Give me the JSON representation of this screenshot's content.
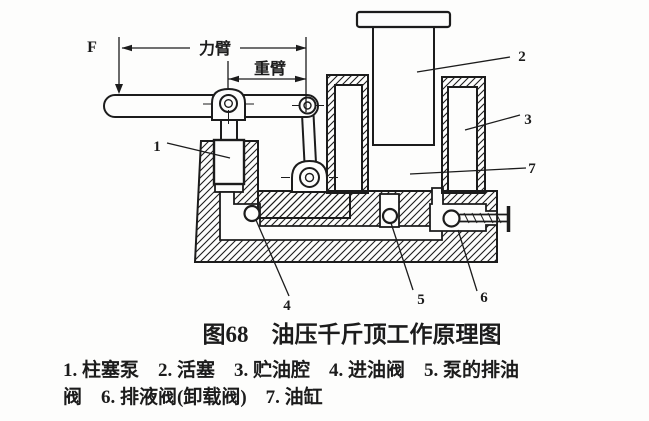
{
  "colors": {
    "ink": "#1c1c1c",
    "paper": "#fdfdfc"
  },
  "dimensions": {
    "force": "F",
    "effort_arm": "力臂",
    "load_arm": "重臂"
  },
  "part_labels": {
    "n1": "1",
    "n2": "2",
    "n3": "3",
    "n4": "4",
    "n5": "5",
    "n6": "6",
    "n7": "7"
  },
  "caption": "图68　油压千斤顶工作原理图",
  "legend": {
    "line1": "1. 柱塞泵　2. 活塞　3. 贮油腔　4. 进油阀　5. 泵的排油",
    "line2": "阀　6. 排液阀(卸载阀)　7. 油缸"
  }
}
